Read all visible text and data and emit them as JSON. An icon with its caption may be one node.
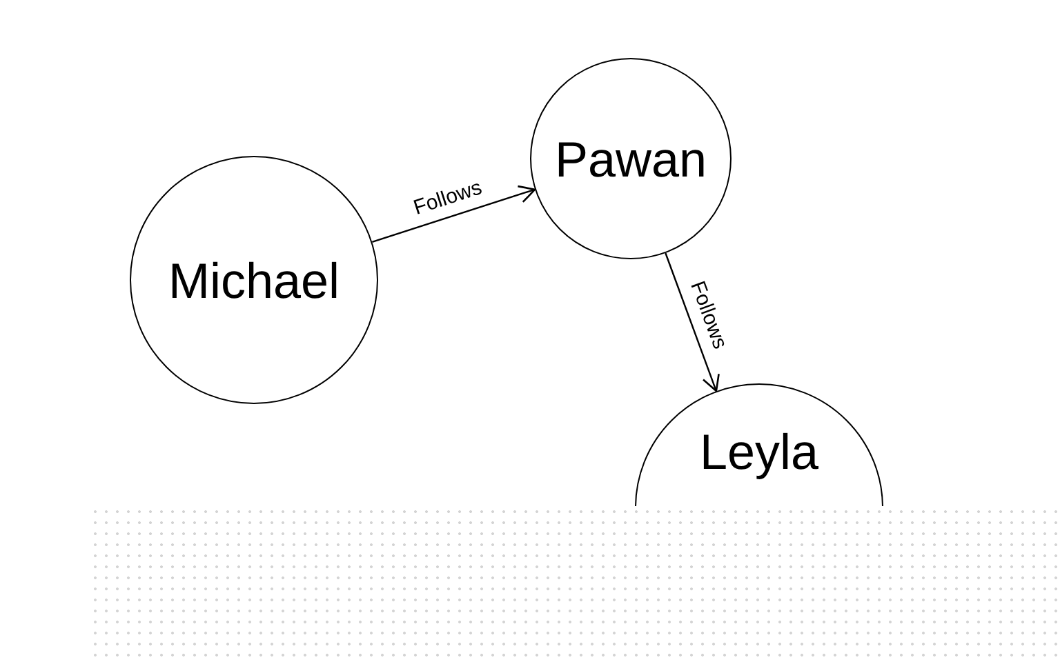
{
  "diagram": {
    "nodes": [
      {
        "text": [
          "Michael"
        ]
      },
      {
        "text": [
          "Pawan"
        ]
      },
      {
        "text": [
          "Leyla"
        ]
      }
    ],
    "edges": [
      {
        "from": 0,
        "to": 1,
        "arrow": "to",
        "label": "Follows"
      },
      {
        "from": 1,
        "to": 2,
        "arrow": "to",
        "label": "Follows"
      }
    ]
  }
}
